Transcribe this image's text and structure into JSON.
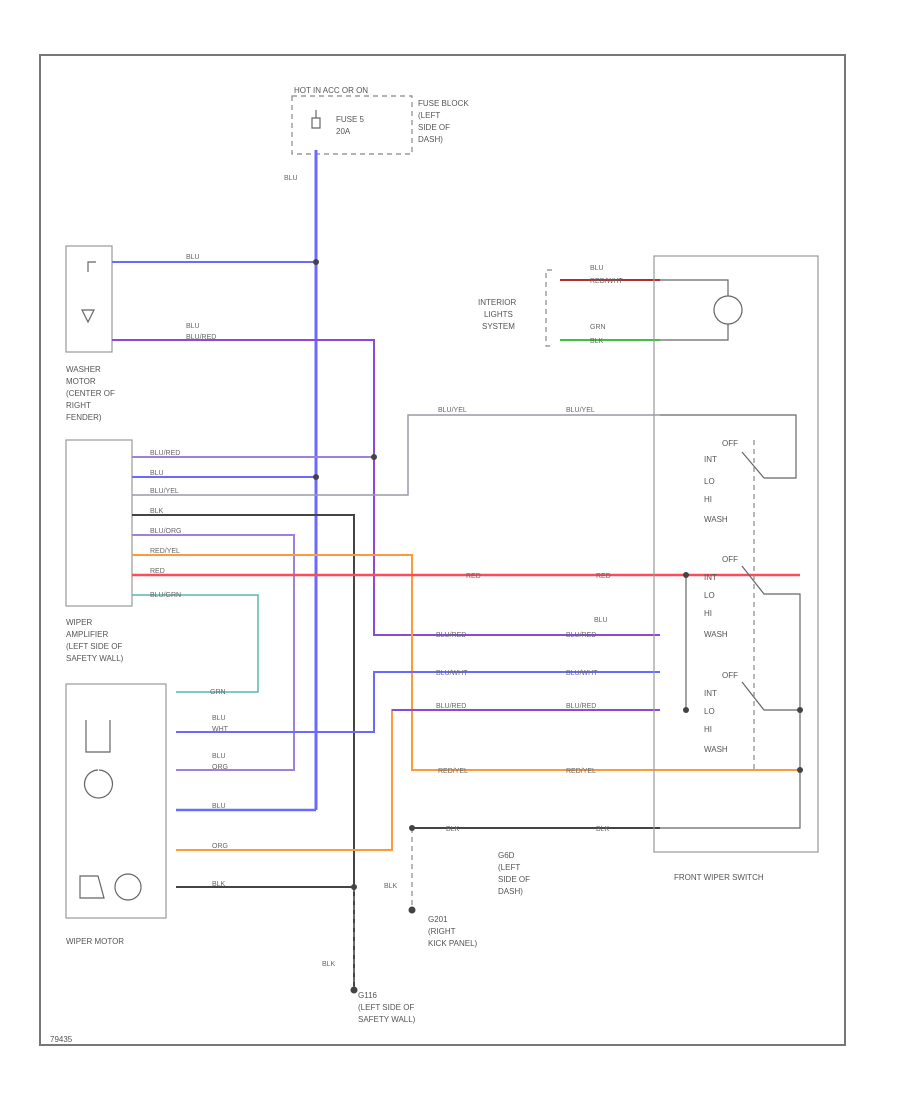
{
  "fuse": {
    "title": "HOT IN ACC OR ON",
    "name": [
      "FUSE 5",
      "20A"
    ],
    "location": [
      "FUSE BLOCK",
      "(LEFT",
      "SIDE OF",
      "DASH)"
    ]
  },
  "washer_motor": {
    "label": [
      "WASHER",
      "MOTOR",
      "(CENTER OF",
      "RIGHT",
      "FENDER)"
    ]
  },
  "wiper_amplifier": {
    "label": [
      "WIPER",
      "AMPLIFIER",
      "(LEFT SIDE OF",
      "SAFETY WALL)"
    ]
  },
  "wiper_motor": {
    "label": "WIPER MOTOR"
  },
  "interior_lights": {
    "label": [
      "INTERIOR",
      "LIGHTS",
      "SYSTEM"
    ]
  },
  "front_wiper_switch": {
    "label": "FRONT WIPER SWITCH",
    "group1": [
      "OFF",
      "INT",
      "LO",
      "HI",
      "WASH"
    ],
    "group2": [
      "OFF",
      "INT",
      "LO",
      "HI",
      "WASH"
    ],
    "group3": [
      "OFF",
      "INT",
      "LO",
      "HI",
      "WASH"
    ]
  },
  "grounds": {
    "g1": [
      "G6D",
      "(LEFT",
      "SIDE OF",
      "DASH)"
    ],
    "g2": [
      "G201",
      "(RIGHT",
      "KICK PANEL)"
    ],
    "g3": [
      "G116",
      "(LEFT SIDE OF",
      "SAFETY WALL)"
    ]
  },
  "wire_colors": {
    "blu": "BLU",
    "blu_red": "BLU/RED",
    "blu_yel": "BLU/YEL",
    "blu_wht": "BLU/WHT",
    "blu_grn": "BLU/GRN",
    "blu_org": "BLU/ORG",
    "blk": "BLK",
    "red": "RED",
    "red_yel": "RED/YEL",
    "grn": "GRN",
    "org": "ORG",
    "wht": "WHT",
    "red_wht": "RED/WHT"
  },
  "colors": {
    "blue": "#6a6aff",
    "purple": "#8a4ad8",
    "mauve": "#a080d8",
    "red": "#ff4a5a",
    "orange": "#ff9a3a",
    "teal": "#58b8b0",
    "gray": "#7a7a7a",
    "dark": "#444444",
    "green": "#40c040",
    "darkred": "#b03030"
  },
  "figure_id": "79435"
}
